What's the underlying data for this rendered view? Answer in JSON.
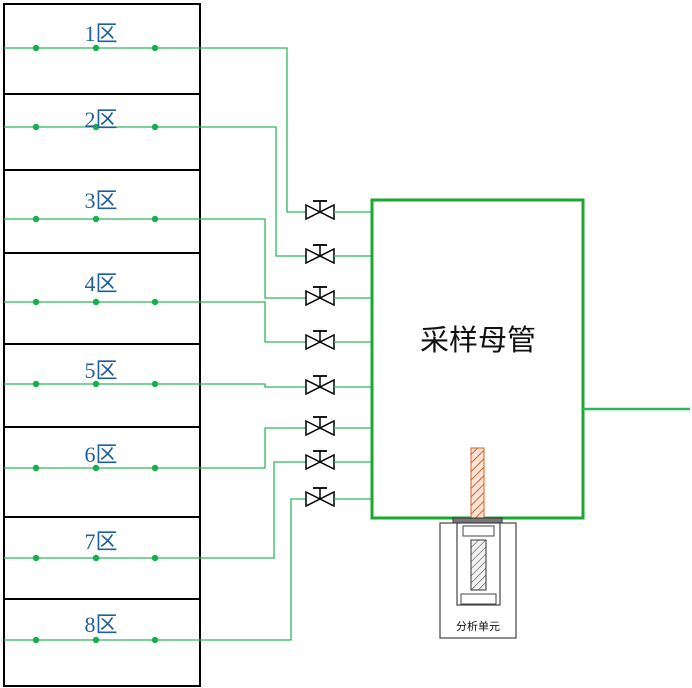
{
  "zones": [
    {
      "label": "1区"
    },
    {
      "label": "2区"
    },
    {
      "label": "3区"
    },
    {
      "label": "4区"
    },
    {
      "label": "5区"
    },
    {
      "label": "6区"
    },
    {
      "label": "7区"
    },
    {
      "label": "8区"
    }
  ],
  "manifold": {
    "label": "采样母管"
  },
  "analyzer": {
    "label": "分析单元"
  },
  "colors": {
    "pipe": "#2fb85a",
    "dot": "#14b04a",
    "manifold_border": "#1aa832",
    "zone_text": "#1f5f9a",
    "outline": "#000000",
    "probe_stroke": "#d0612a",
    "probe_fill": "#f3c4a8"
  },
  "icons": {
    "valve": "gate-valve-icon",
    "sample_point": "sample-point-dot"
  }
}
